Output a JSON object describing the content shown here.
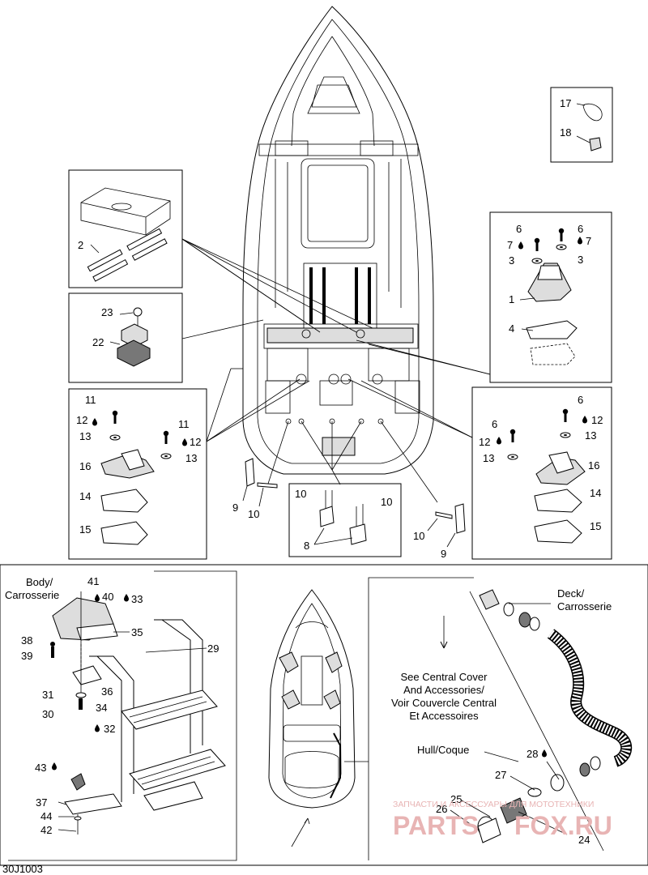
{
  "diagram_code": "30J1003",
  "watermark": {
    "line1": "ЗАПЧАСТИ И АКСЕССУАРЫ ДЛЯ МОТОТЕХНИКИ",
    "line2_left": "PARTS",
    "line2_right": "FOX.RU"
  },
  "labels": {
    "deck": "Deck/",
    "carrosserie": "Carrosserie",
    "body": "Body/",
    "body_fr": "Carrosserie",
    "hull": "Hull/Coque",
    "see_central": [
      "See Central Cover",
      "And Accessories/",
      "Voir Couvercle Central",
      "Et Accessoires"
    ]
  },
  "callouts": {
    "p1": "1",
    "p2": "2",
    "p3a": "3",
    "p3b": "3",
    "p4": "4",
    "p6a": "6",
    "p6b": "6",
    "p6c": "6",
    "p6d": "6",
    "p7a": "7",
    "p7b": "7",
    "p8": "8",
    "p9a": "9",
    "p9b": "9",
    "p10a": "10",
    "p10b": "10",
    "p10c": "10",
    "p10d": "10",
    "p11a": "11",
    "p11b": "11",
    "p12a": "12",
    "p12b": "12",
    "p12c": "12",
    "p12d": "12",
    "p13a": "13",
    "p13b": "13",
    "p13c": "13",
    "p13d": "13",
    "p14a": "14",
    "p14b": "14",
    "p15a": "15",
    "p15b": "15",
    "p16a": "16",
    "p16b": "16",
    "p17": "17",
    "p18": "18",
    "p22": "22",
    "p23": "23",
    "p24": "24",
    "p25": "25",
    "p26": "26",
    "p27": "27",
    "p28": "28",
    "p29": "29",
    "p30": "30",
    "p31": "31",
    "p32": "32",
    "p33": "33",
    "p34": "34",
    "p35": "35",
    "p36": "36",
    "p37": "37",
    "p38": "38",
    "p39": "39",
    "p40": "40",
    "p41": "41",
    "p42": "42",
    "p43": "43",
    "p44": "44"
  }
}
